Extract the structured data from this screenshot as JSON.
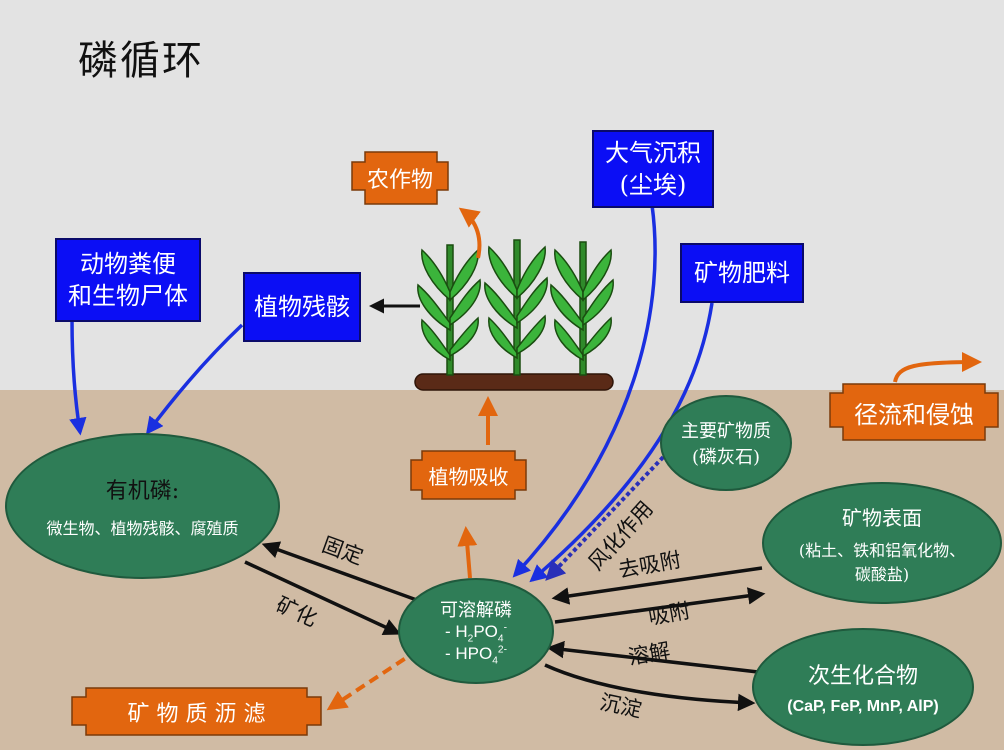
{
  "title": "磷循环",
  "colors": {
    "sky": "#e3e3e3",
    "soil": "#d0bba4",
    "blue_box": "#0b0ef5",
    "orange_box": "#e2660f",
    "green_pool": "#2f7d57"
  },
  "sources": {
    "animal_waste_line1": "动物粪便",
    "animal_waste_line2": "和生物尸体",
    "plant_residue": "植物残骸",
    "atmospheric_line1": "大气沉积",
    "atmospheric_line2": "(尘埃)",
    "mineral_fertilizer": "矿物肥料"
  },
  "outputs": {
    "crops": "农作物",
    "runoff_erosion": "径流和侵蚀",
    "plant_uptake": "植物吸收",
    "leaching": "矿 物 质 沥 滤"
  },
  "pools": {
    "organic_title": "有机磷:",
    "organic_desc": "微生物、植物残骸、腐殖质",
    "primary_mineral_line1": "主要矿物质",
    "primary_mineral_line2": "(磷灰石)",
    "mineral_surface_title": "矿物表面",
    "mineral_surface_line1": "(粘土、铁和铝氧化物、",
    "mineral_surface_line2": "碳酸盐)",
    "secondary_title": "次生化合物",
    "secondary_desc": "(CaP, FeP, MnP,  AlP)",
    "soluble_title": "可溶解磷",
    "soluble_h2po4_prefix": "- H",
    "soluble_h2po4_sub1": "2",
    "soluble_h2po4_mid": "PO",
    "soluble_h2po4_sub2": "4",
    "soluble_h2po4_sup": "-",
    "soluble_hpo4_prefix": "- HPO",
    "soluble_hpo4_sub": "4",
    "soluble_hpo4_sup": "2-"
  },
  "processes": {
    "immobilization": "固定",
    "mineralization": "矿化",
    "weathering": "风化作用",
    "desorption": "去吸附",
    "adsorption": "吸附",
    "dissolution": "溶解",
    "precipitation": "沉淀"
  }
}
